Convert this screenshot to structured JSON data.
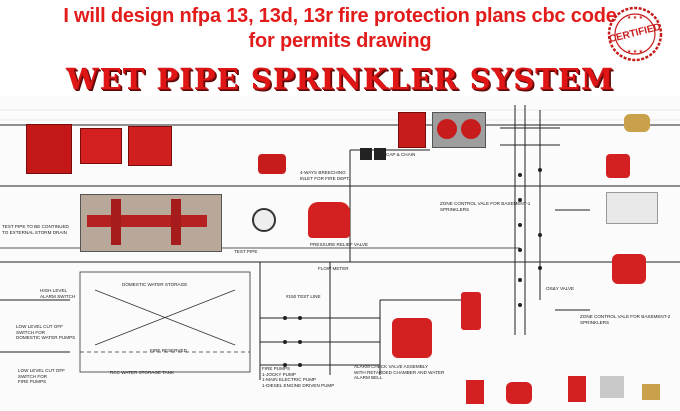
{
  "headline": {
    "line1": "I will design nfpa 13, 13d, 13r fire protection plans cbc code",
    "line2": "for permits drawing"
  },
  "title": "WET PIPE SPRINKLER SYSTEM",
  "stamp": {
    "text": "CERTIFIED"
  },
  "labels": {
    "test_pipe_continue": "TEST PIPE TO BE CONTINUED\nTO EXTERNAL STORM DRAIN",
    "test_pipe": "TEST PIPE",
    "breeching_inlet": "4-WAYS BREECHING\nINLET FOR FIRE DEPT.",
    "cap_chain": "CAP & CHAIN",
    "pressure_relief": "PRESSURE RELIEF VALVE",
    "zone_control_1": "ZONE CONTROL VALE FOR BASEMENT-1\nSPRINKLERS",
    "flow_meter": "FLOW METER",
    "test_line": "#150 TEST LINE",
    "domestic_storage": "DOMESTIC WATER STORAGE",
    "fire_reserved": "FIRE RESERVED",
    "rcc_tank": "RCC WATER STORAGE TANK",
    "high_level": "HIGH LEVEL\nALARM SWITCH",
    "low_level_domestic": "LOW LEVEL CUT OFF\nSWITCH FOR\nDOMESTIC WATER PUMPS",
    "low_level_fire": "LOW LEVEL CUT OFF\nSWITCH FOR\nFIRE PUMPS",
    "fire_pumps": "FIRE PUMPS\n1-JOCKY PUMP\n1-MAIN ELECTRIC PUMP\n1-DIESEL ENGINE DRIVEN PUMP",
    "alarm_check": "ALARM CHECK VALVE ASSEMBLY\nWITH RETARDED CHAMBER AND WATER\nALARM BELL",
    "osy_valve": "OS&Y VALVE",
    "zone_control_2": "ZONE CONTROL VALE FOR BASEMENT-2\nSPRINKLERS"
  },
  "colors": {
    "accent": "#e21b1b",
    "line": "#222222",
    "equipment": "#d42020"
  }
}
